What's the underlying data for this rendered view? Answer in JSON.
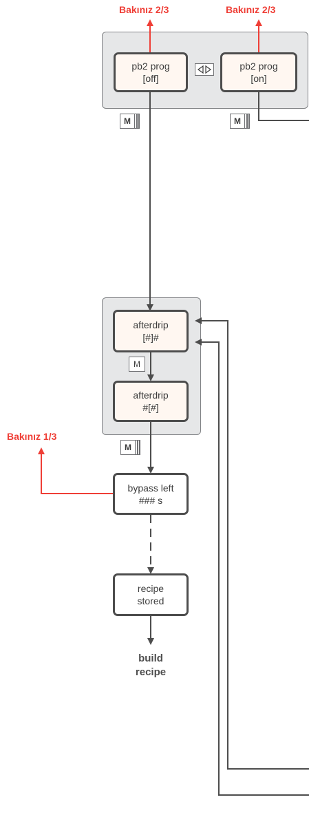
{
  "references": {
    "top_left": "Bakınız 2/3",
    "top_right": "Bakınız 2/3",
    "left": "Bakınız 1/3"
  },
  "nodes": {
    "pb2_off": {
      "line1": "pb2 prog",
      "line2": "[off]"
    },
    "pb2_on": {
      "line1": "pb2 prog",
      "line2": "[on]"
    },
    "afterdrip_1": {
      "line1": "afterdrip",
      "line2": "[#]#"
    },
    "afterdrip_2": {
      "line1": "afterdrip",
      "line2": "#[#]"
    },
    "bypass": {
      "line1": "bypass left",
      "line2": "### s"
    },
    "stored": {
      "line1": "recipe",
      "line2": "stored"
    }
  },
  "buttons": {
    "m_label": "M"
  },
  "end": {
    "line1": "build",
    "line2": "recipe"
  },
  "colors": {
    "accent_red": "#ef3e36",
    "line": "#4d4d4d",
    "group_bg": "#e6e7e8"
  }
}
